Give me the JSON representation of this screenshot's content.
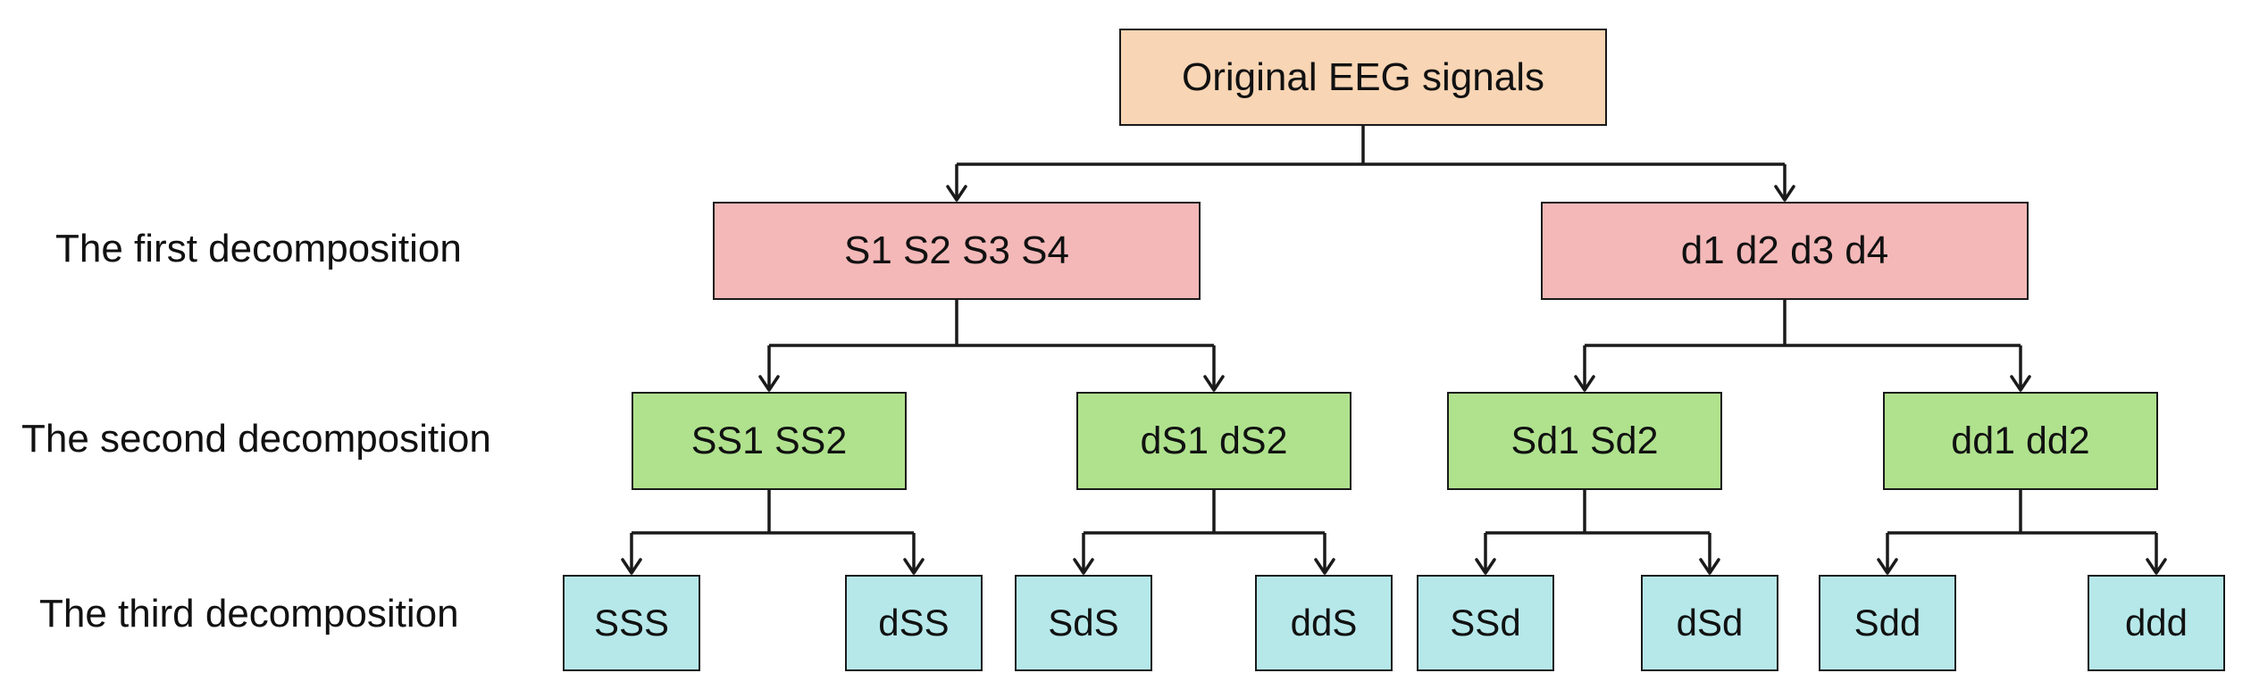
{
  "colors": {
    "root_fill": "#f8d5b4",
    "level1_fill": "#f4b8b8",
    "level2_fill": "#b0e28e",
    "level3_fill": "#b6e8ea",
    "line": "#1a1a1a"
  },
  "row_labels": {
    "first": "The first decomposition",
    "second": "The second decomposition",
    "third": "The third decomposition"
  },
  "root": {
    "label": "Original EEG signals"
  },
  "level1": [
    {
      "label": "S1 S2 S3 S4"
    },
    {
      "label": "d1 d2 d3 d4"
    }
  ],
  "level2": [
    {
      "label": "SS1 SS2"
    },
    {
      "label": "dS1 dS2"
    },
    {
      "label": "Sd1 Sd2"
    },
    {
      "label": "dd1 dd2"
    }
  ],
  "level3": [
    {
      "label": "SSS"
    },
    {
      "label": "dSS"
    },
    {
      "label": "SdS"
    },
    {
      "label": "ddS"
    },
    {
      "label": "SSd"
    },
    {
      "label": "dSd"
    },
    {
      "label": "Sdd"
    },
    {
      "label": "ddd"
    }
  ]
}
